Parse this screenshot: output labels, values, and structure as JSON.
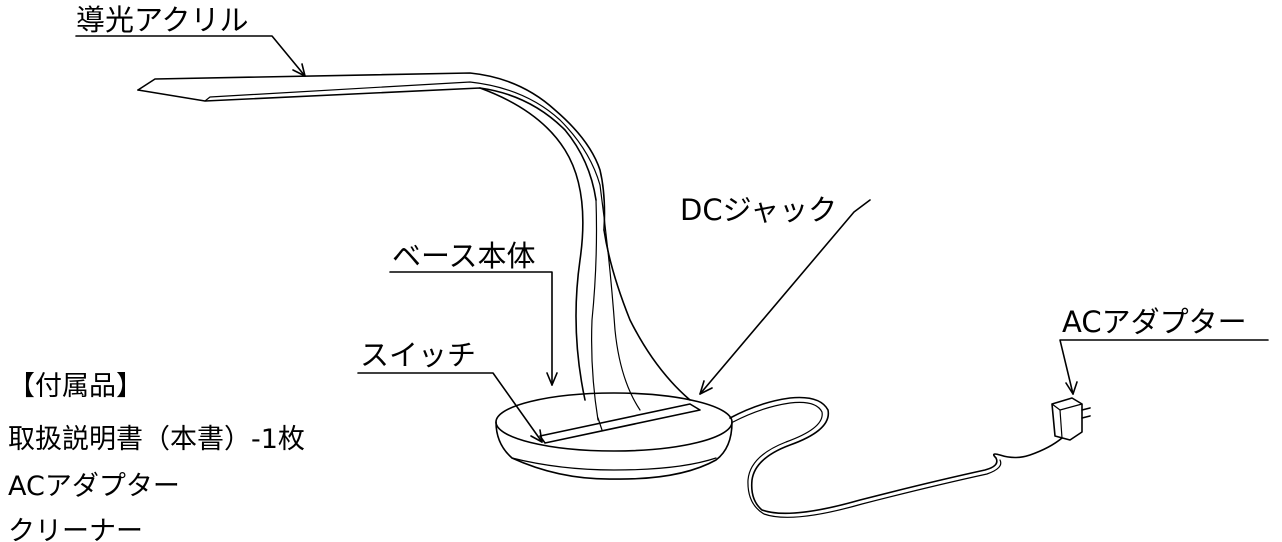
{
  "labels": {
    "acrylic": "導光アクリル",
    "dc_jack": "DCジャック",
    "base": "ベース本体",
    "switch": "スイッチ",
    "adapter": "ACアダプター"
  },
  "accessories": {
    "heading": "【付属品】",
    "items": [
      "取扱説明書（本書）-1枚",
      "ACアダプター",
      "クリーナー"
    ]
  }
}
